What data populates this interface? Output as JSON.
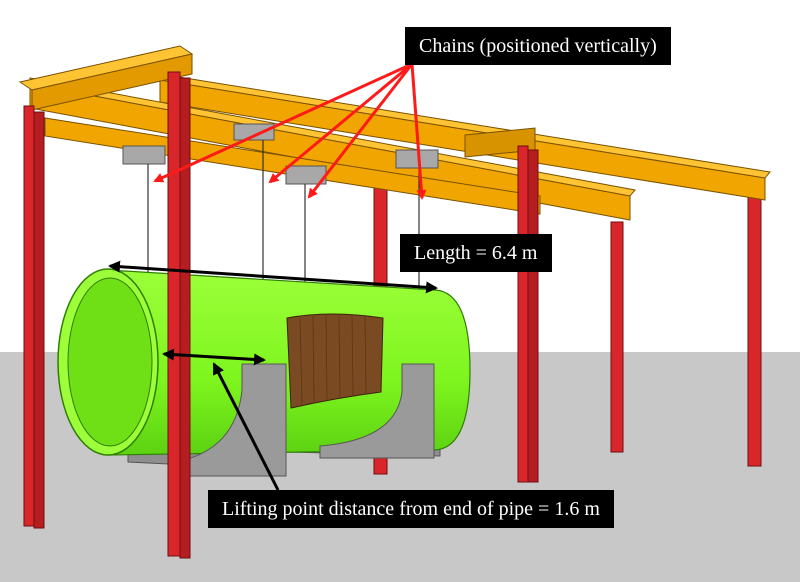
{
  "labels": {
    "chains": "Chains (positioned vertically)",
    "length": "Length = 6.4 m",
    "lifting": "Lifting point distance from end of pipe = 1.6 m"
  },
  "colors": {
    "beam": "#f0a500",
    "beam_dark": "#b97a00",
    "column": "#d9262b",
    "column_dark": "#8f1215",
    "pipe": "#7ef51e",
    "pipe_dark": "#4fb80b",
    "saddle": "#9a9a9a",
    "ground": "#c8c8c8",
    "patch": "#7a4a22",
    "arrow_red": "#ff1a1a"
  },
  "icons": {
    "chain_arrows": "red-arrow",
    "dimension_arrows": "black-double-arrow"
  }
}
